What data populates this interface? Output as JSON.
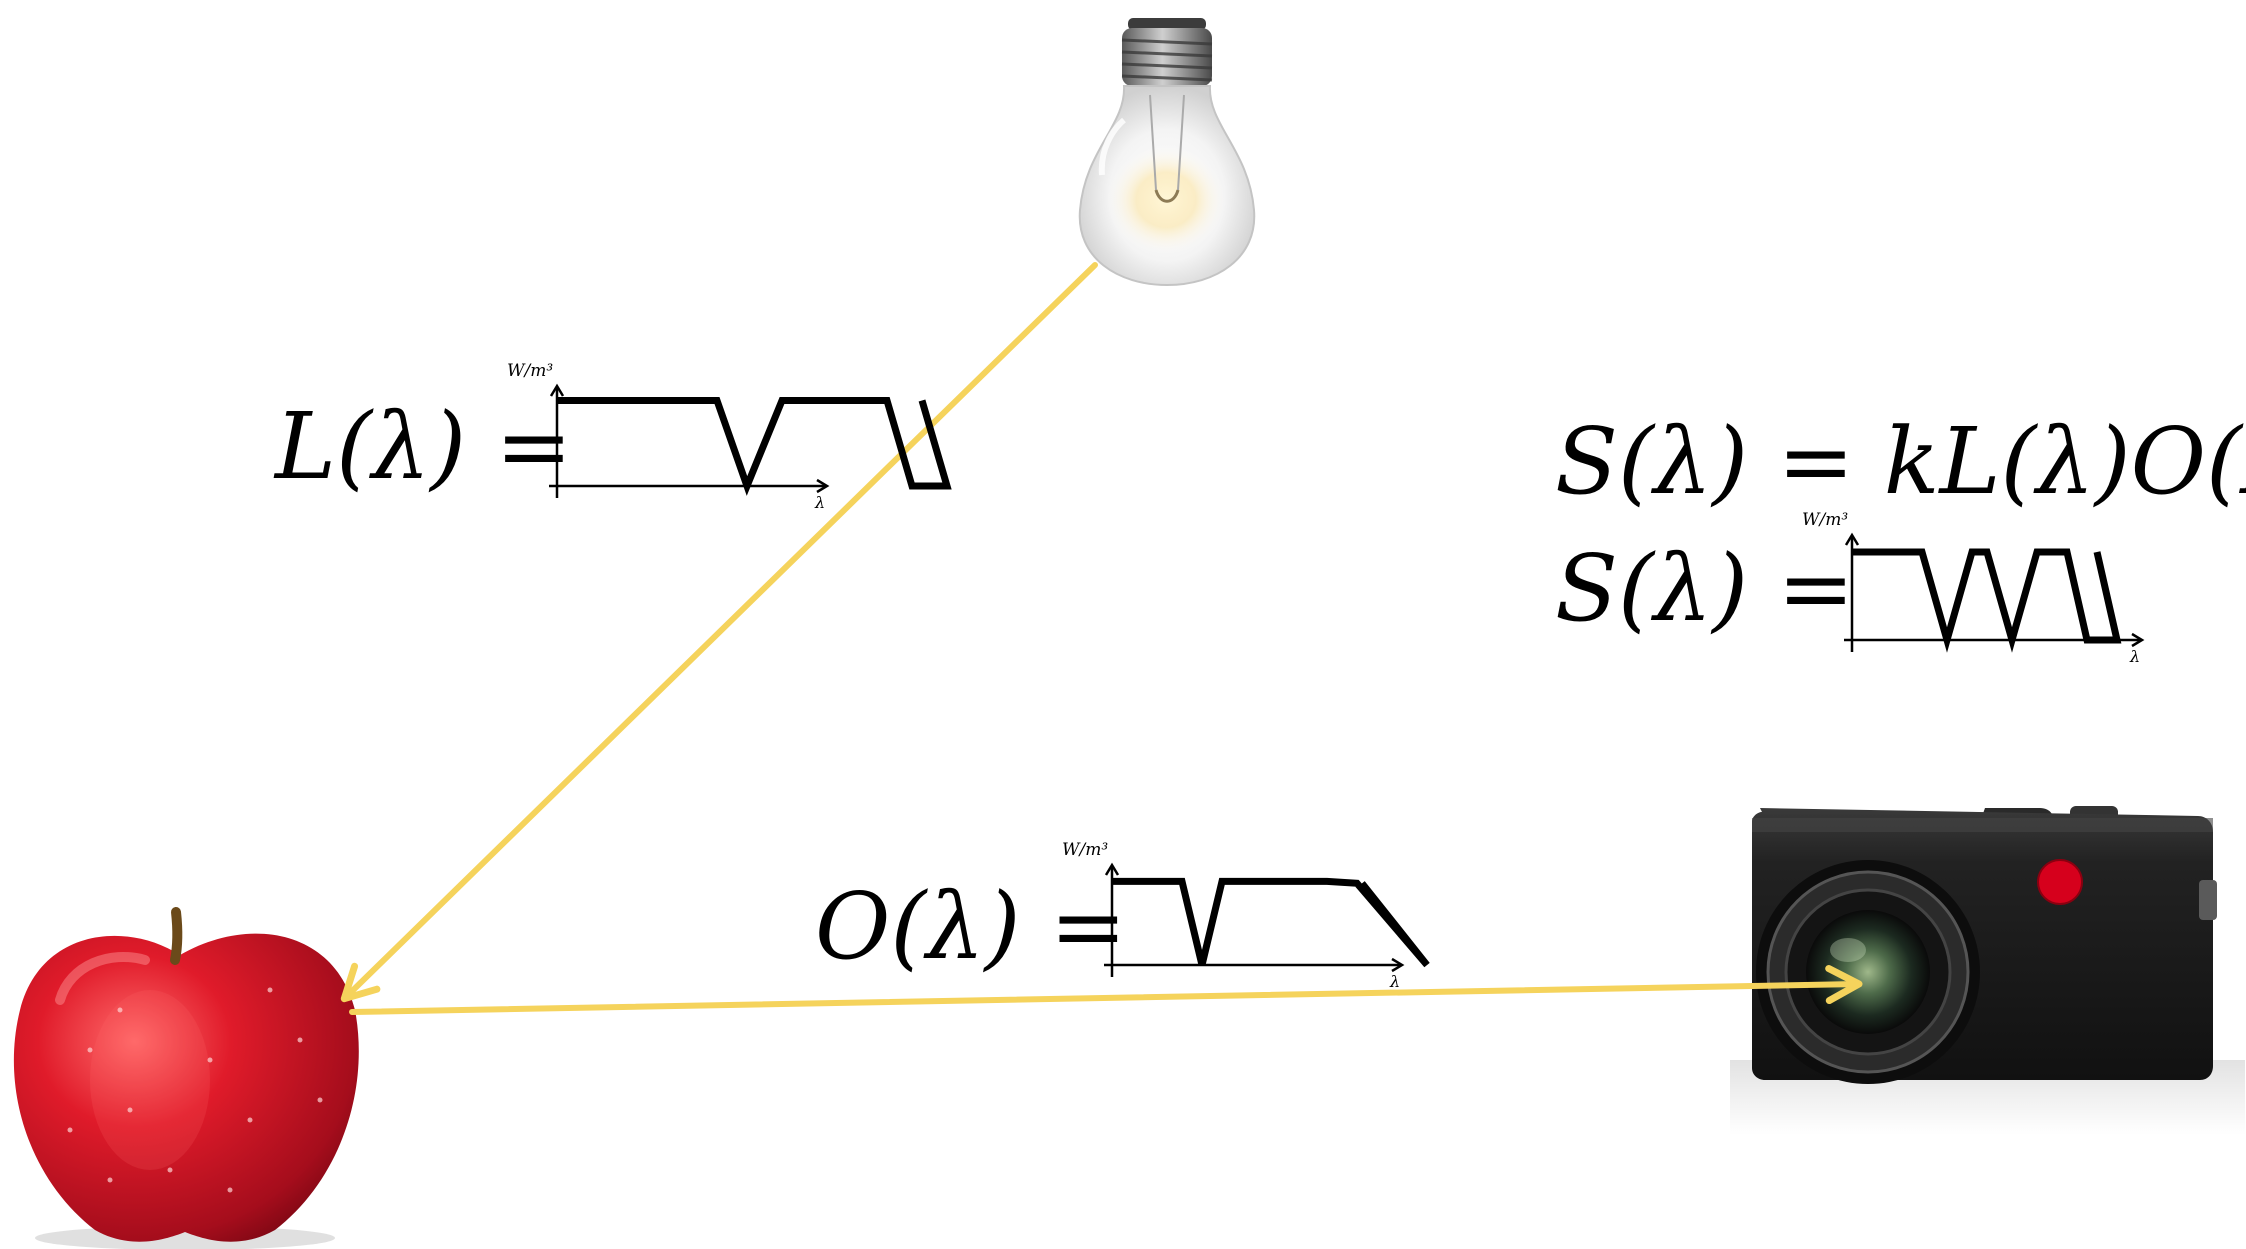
{
  "equations": {
    "light": {
      "lhs": "L(λ) ="
    },
    "object": {
      "lhs": "O(λ) ="
    },
    "sensor_formula": {
      "text": "S(λ) = kL(λ)O(λ)"
    },
    "sensor": {
      "lhs": "S(λ) ="
    }
  },
  "spectrum_labels": {
    "y_unit": "W/m³",
    "x_axis": "λ"
  },
  "icons": {
    "light_source": "light-bulb-icon",
    "object": "apple-icon",
    "sensor": "camera-icon"
  },
  "colors": {
    "light_ray": "#f5d35c",
    "apple_red": "#c8102e",
    "camera_body": "#1f1f1f",
    "leica_red": "#d6001c"
  }
}
